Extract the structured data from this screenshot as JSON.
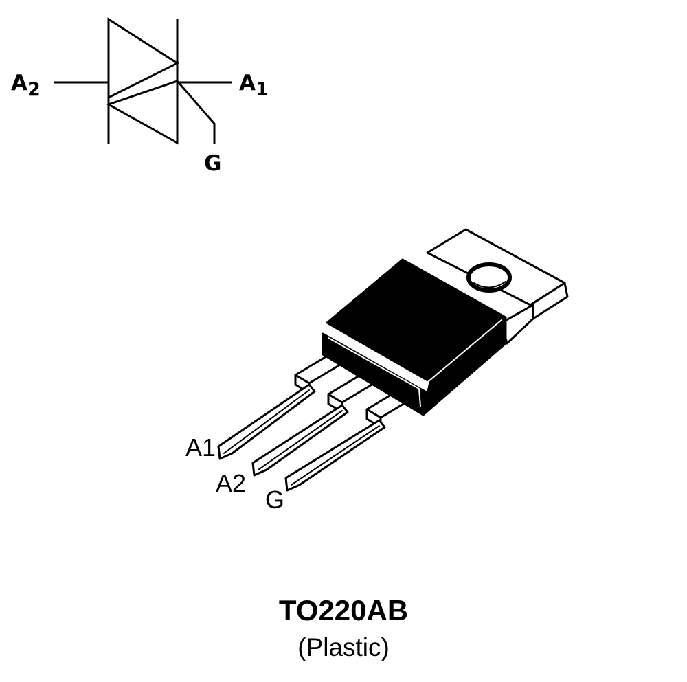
{
  "symbol": {
    "anode2_label": "A",
    "anode2_sub": "2",
    "anode1_label": "A",
    "anode1_sub": "1",
    "gate_label": "G"
  },
  "package": {
    "pin_a1": "A1",
    "pin_a2": "A2",
    "pin_g": "G",
    "name": "TO220AB",
    "material": "(Plastic)"
  }
}
